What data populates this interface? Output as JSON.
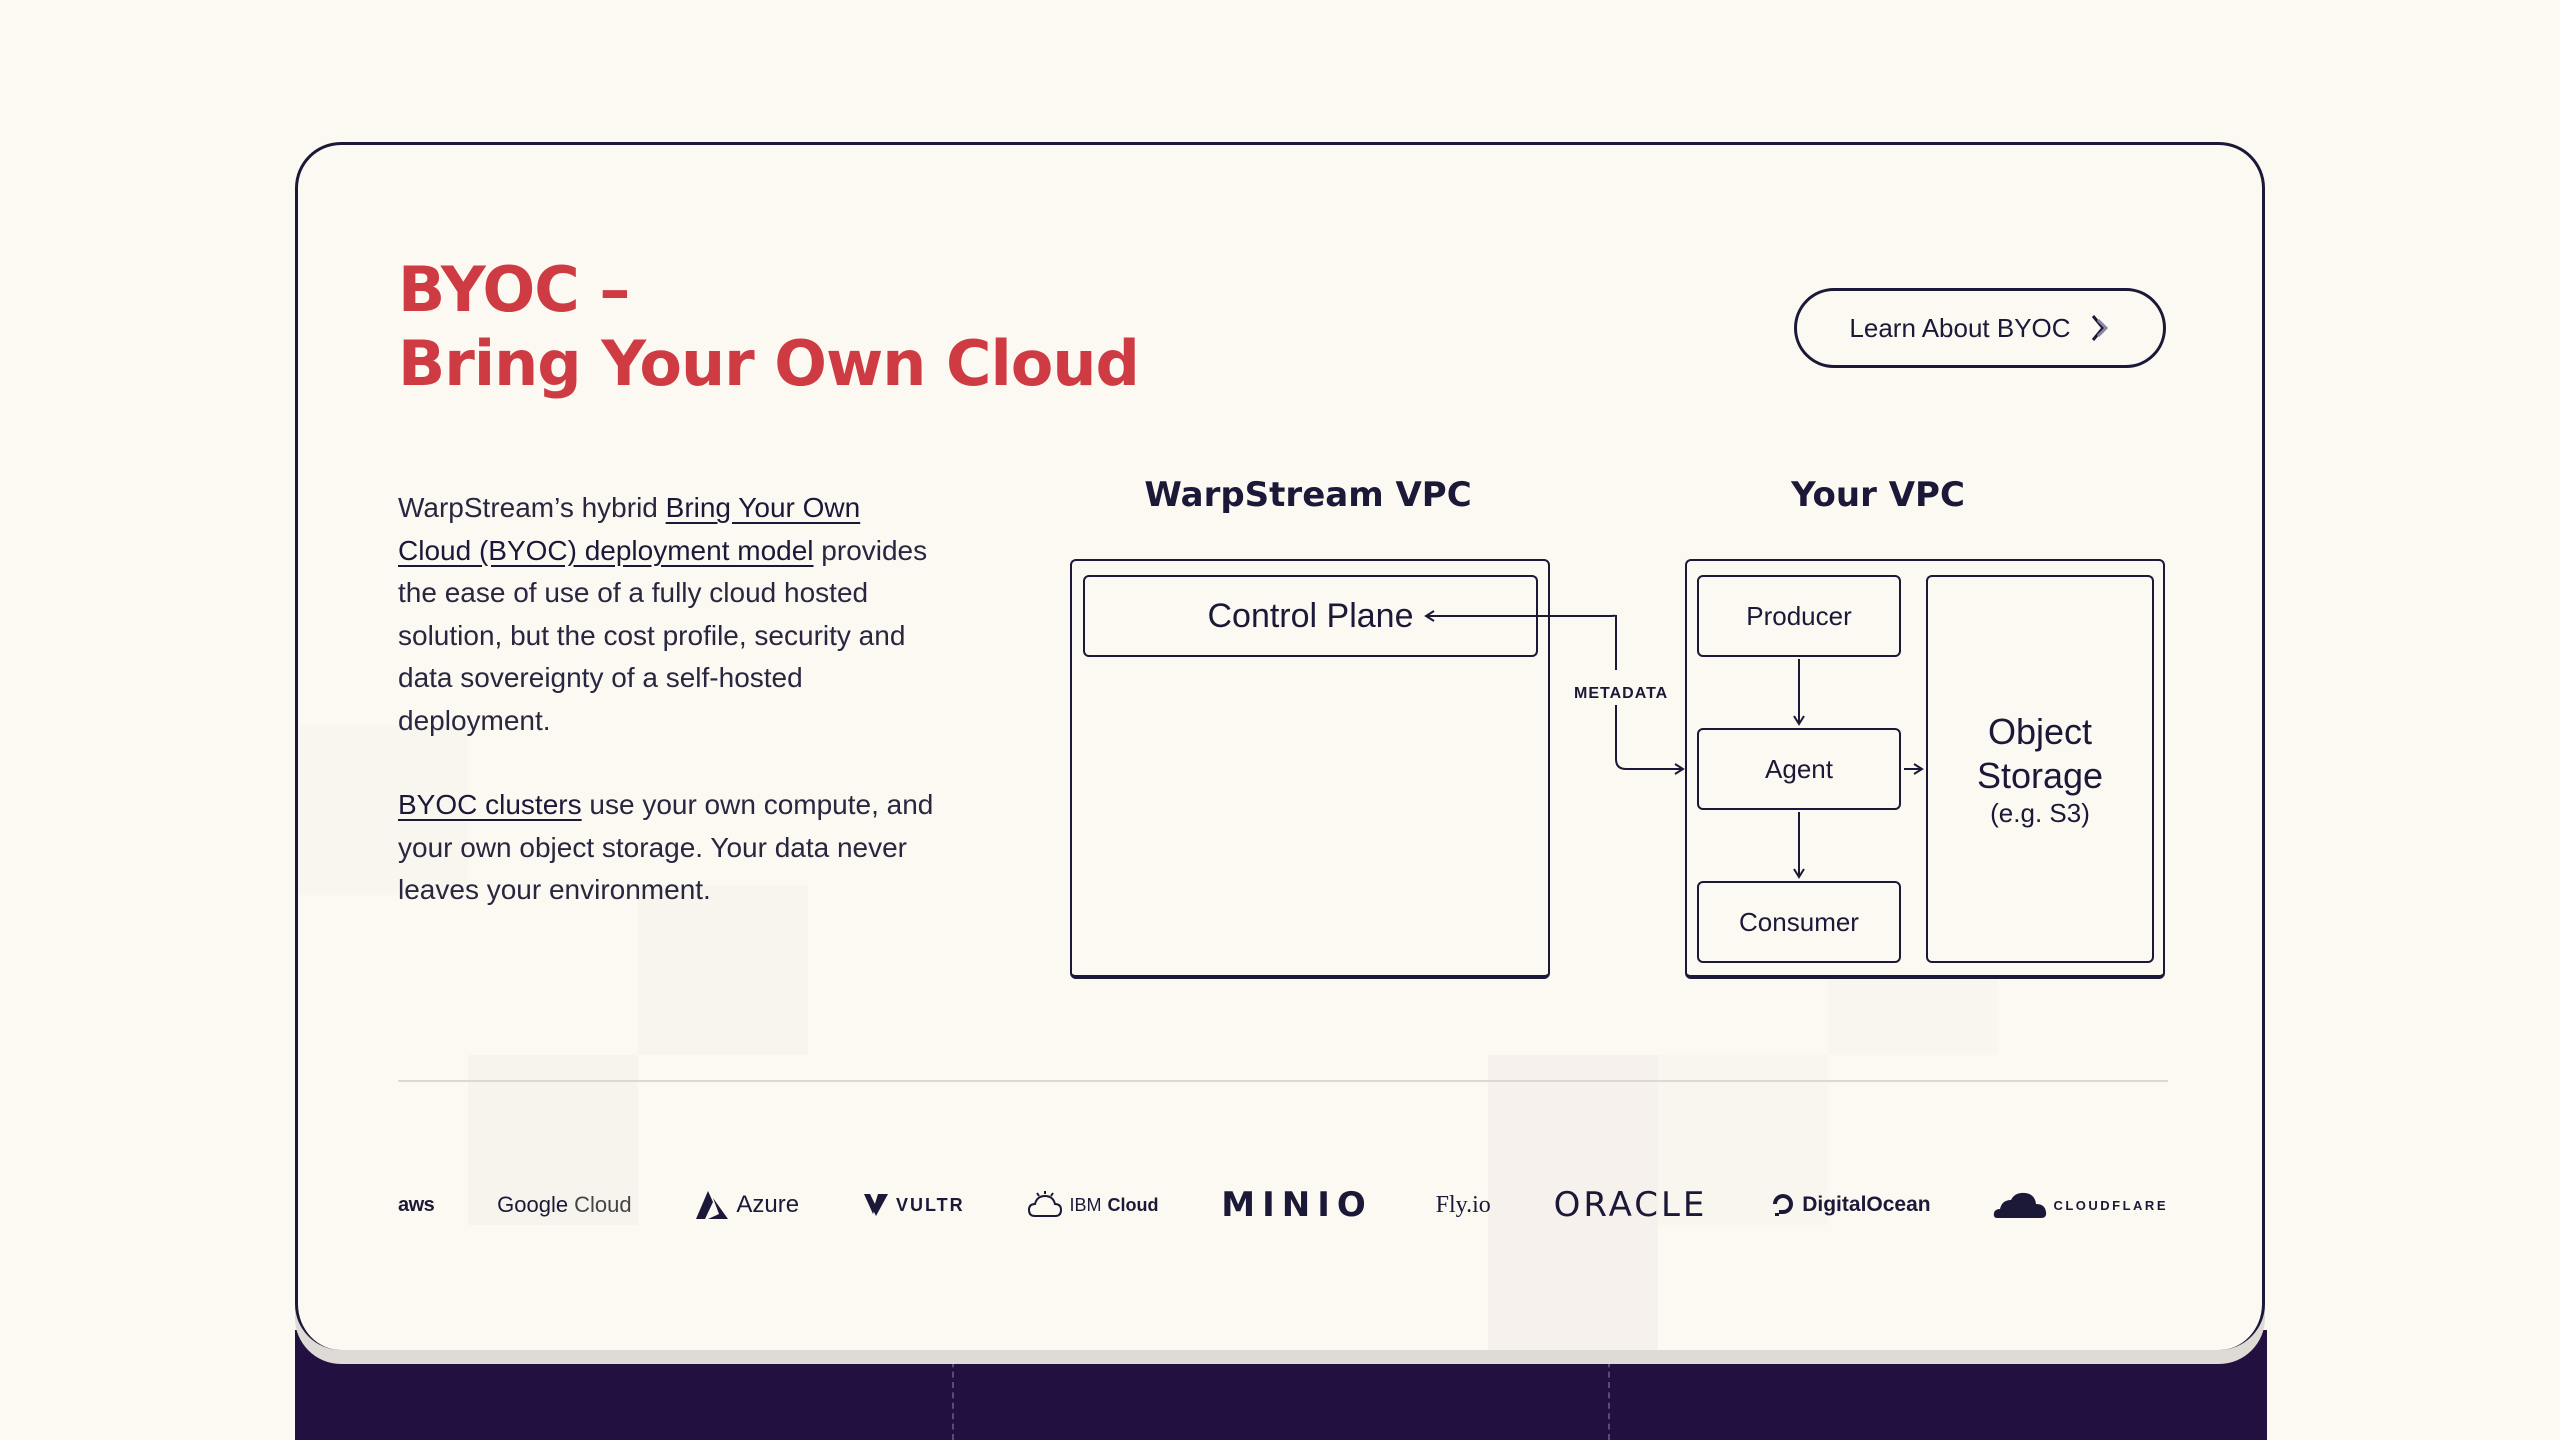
{
  "heading": {
    "line1": "BYOC –",
    "line2": "Bring Your Own Cloud"
  },
  "cta": {
    "label": "Learn About BYOC",
    "icon": "layered-arrow-icon"
  },
  "intro": {
    "prefix": "WarpStream’s hybrid ",
    "link": "Bring Your Own Cloud (BYOC) deployment model",
    "suffix": " provides the ease of use of a fully cloud hosted solution, but the cost profile, security and data sovereignty of a self-hosted deployment."
  },
  "clusters": {
    "link": "BYOC clusters",
    "suffix": " use your own compute, and your own object storage. Your data never leaves your environment."
  },
  "diagram": {
    "warpstream_title": "WarpStream VPC",
    "your_title": "Your VPC",
    "control_plane": "Control Plane",
    "metadata_label": "METADATA",
    "producer": "Producer",
    "agent": "Agent",
    "consumer": "Consumer",
    "storage_line1": "Object",
    "storage_line2": "Storage",
    "storage_note": "(e.g. S3)"
  },
  "logos": {
    "aws": "aws",
    "google_cloud_a": "Google",
    "google_cloud_b": "Cloud",
    "azure": "Azure",
    "vultr": "VULTR",
    "ibm_a": "IBM",
    "ibm_b": "Cloud",
    "minio": "MINIO",
    "flyio": "Fly.io",
    "oracle": "ORACLE",
    "digitalocean": "DigitalOcean",
    "cloudflare": "CLOUDFLARE"
  },
  "colors": {
    "background": "#fcf8f2",
    "heading": "#cf3b42",
    "ink": "#1c1838",
    "footer_band": "#221040"
  }
}
